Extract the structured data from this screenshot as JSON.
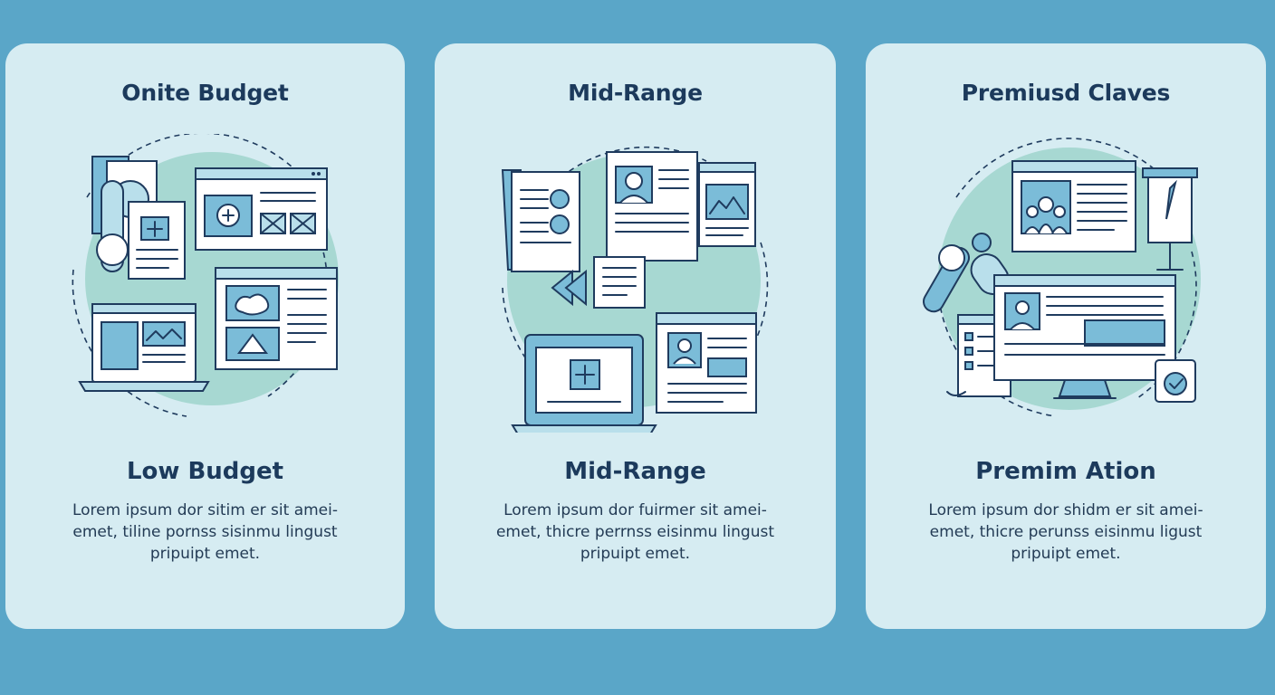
{
  "cards": [
    {
      "title": "Onite Budget",
      "subtitle": "Low Budget",
      "desc": [
        "Lorem ipsum dor sitim er sit amei-",
        "emet, tiline pornss sisinmu lingust",
        "pripuipt emet."
      ]
    },
    {
      "title": "Mid-Range",
      "subtitle": "Mid-Range",
      "desc": [
        "Lorem ipsum dor fuirmer sit amei-",
        "emet, thicre perrnss eisinmu lingust",
        "pripuipt emet."
      ]
    },
    {
      "title": "Premiusd Claves",
      "subtitle": "Premim Ation",
      "desc": [
        "Lorem ipsum dor shidm er sit amei-",
        "emet, thicre perunss eisinmu ligust",
        "pripuipt emet."
      ]
    }
  ],
  "colors": {
    "background": "#5aa6c8",
    "card": "#d6ecf2",
    "text": "#1c3a5c",
    "accent_blue": "#7bbcd8",
    "accent_teal": "#a7d8d2"
  },
  "icons": [
    "browser-window-icon",
    "document-icon",
    "laptop-icon",
    "medical-cross-icon",
    "monitor-icon",
    "checkmark-icon",
    "pill-icon",
    "easel-icon",
    "play-icon",
    "doctor-avatar-icon"
  ]
}
